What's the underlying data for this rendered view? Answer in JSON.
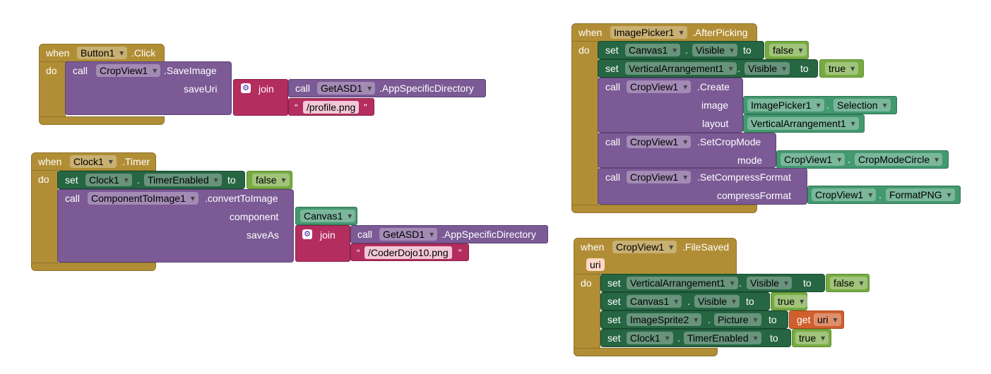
{
  "group1": {
    "when": "when",
    "component": "Button1",
    "event": ".Click",
    "do": "do",
    "call": "call",
    "target": "CropView1",
    "method": ".SaveImage",
    "arg": "saveUri",
    "join": "join",
    "call2": "call",
    "getter": "GetASD1",
    "getter_method": ".AppSpecificDirectory",
    "quote_open": "“",
    "text": "/profile.png",
    "quote_close": "”"
  },
  "group2": {
    "when": "when",
    "component": "Clock1",
    "event": ".Timer",
    "do": "do",
    "set": "set",
    "set_comp": "Clock1",
    "dot": ".",
    "set_prop": "TimerEnabled",
    "to": "to",
    "set_val": "false",
    "call": "call",
    "call_comp": "ComponentToImage1",
    "method": ".convertToImage",
    "arg_component": "component",
    "component_val": "Canvas1",
    "arg_saveas": "saveAs",
    "join": "join",
    "call2": "call",
    "getter": "GetASD1",
    "getter_method": ".AppSpecificDirectory",
    "quote_open": "“",
    "text": "/CoderDojo10.png",
    "quote_close": "”"
  },
  "group3": {
    "when": "when",
    "component": "ImagePicker1",
    "event": ".AfterPicking",
    "do": "do",
    "set1": {
      "set": "set",
      "comp": "Canvas1",
      "dot": ".",
      "prop": "Visible",
      "to": "to",
      "val": "false"
    },
    "set2": {
      "set": "set",
      "comp": "VerticalArrangement1",
      "dot": ".",
      "prop": "Visible",
      "to": "to",
      "val": "true"
    },
    "create": {
      "call": "call",
      "comp": "CropView1",
      "method": ".Create",
      "arg_image": "image",
      "image_comp": "ImagePicker1",
      "dot": ".",
      "image_prop": "Selection",
      "arg_layout": "layout",
      "layout_comp": "VerticalArrangement1"
    },
    "cropmode": {
      "call": "call",
      "comp": "CropView1",
      "method": ".SetCropMode",
      "arg": "mode",
      "val_comp": "CropView1",
      "dot": ".",
      "val_prop": "CropModeCircle"
    },
    "compress": {
      "call": "call",
      "comp": "CropView1",
      "method": ".SetCompressFormat",
      "arg": "compressFormat",
      "val_comp": "CropView1",
      "dot": ".",
      "val_prop": "FormatPNG"
    }
  },
  "group4": {
    "when": "when",
    "component": "CropView1",
    "event": ".FileSaved",
    "param": "uri",
    "do": "do",
    "set1": {
      "set": "set",
      "comp": "VerticalArrangement1",
      "dot": ".",
      "prop": "Visible",
      "to": "to",
      "val": "false"
    },
    "set2": {
      "set": "set",
      "comp": "Canvas1",
      "dot": ".",
      "prop": "Visible",
      "to": "to",
      "val": "true"
    },
    "set3": {
      "set": "set",
      "comp": "ImageSprite2",
      "dot": ".",
      "prop": "Picture",
      "to": "to",
      "get": "get",
      "get_var": "uri"
    },
    "set4": {
      "set": "set",
      "comp": "Clock1",
      "dot": ".",
      "prop": "TimerEnabled",
      "to": "to",
      "val": "true"
    }
  },
  "icons": {
    "mutator": "gear-icon",
    "dropdown": "dropdown-arrow-icon"
  },
  "colors": {
    "event": "#b18e35",
    "procedure": "#7b5a95",
    "setter": "#266643",
    "text": "#b32d5e",
    "component": "#439970",
    "logic": "#77ab41",
    "getter": "#d05f2d"
  }
}
